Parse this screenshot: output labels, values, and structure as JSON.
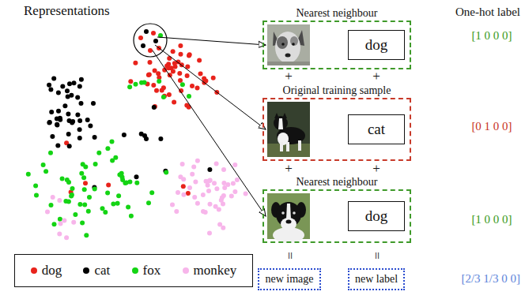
{
  "diagram": {
    "nodes": [
      {
        "text": [
          "Nearest neighbour"
        ]
      },
      {
        "text": [
          "dog"
        ],
        "in": 0
      },
      {
        "text": [
          "Original training sample"
        ]
      },
      {
        "text": [
          "cat"
        ],
        "in": 2
      },
      {
        "text": [
          "Nearest neighbour"
        ]
      },
      {
        "text": [
          "dog"
        ],
        "in": 4
      },
      {
        "text": [
          "new image"
        ]
      },
      {
        "text": [
          "new label"
        ]
      }
    ],
    "labels": [
      "Representations",
      "One-hot label",
      "[1 0 0 0]",
      "+",
      "+",
      "[0 1 0 0]",
      "+",
      "+",
      "[1 0 0 0]",
      "=",
      "=",
      "[2/3 1/3 0 0]"
    ],
    "legend": [
      {
        "text": "dog",
        "color": "#e8231c"
      },
      {
        "text": "cat",
        "color": "#000000"
      },
      {
        "text": "fox",
        "color": "#14d414"
      },
      {
        "text": "monkey",
        "color": "#f7b5ea"
      }
    ]
  }
}
